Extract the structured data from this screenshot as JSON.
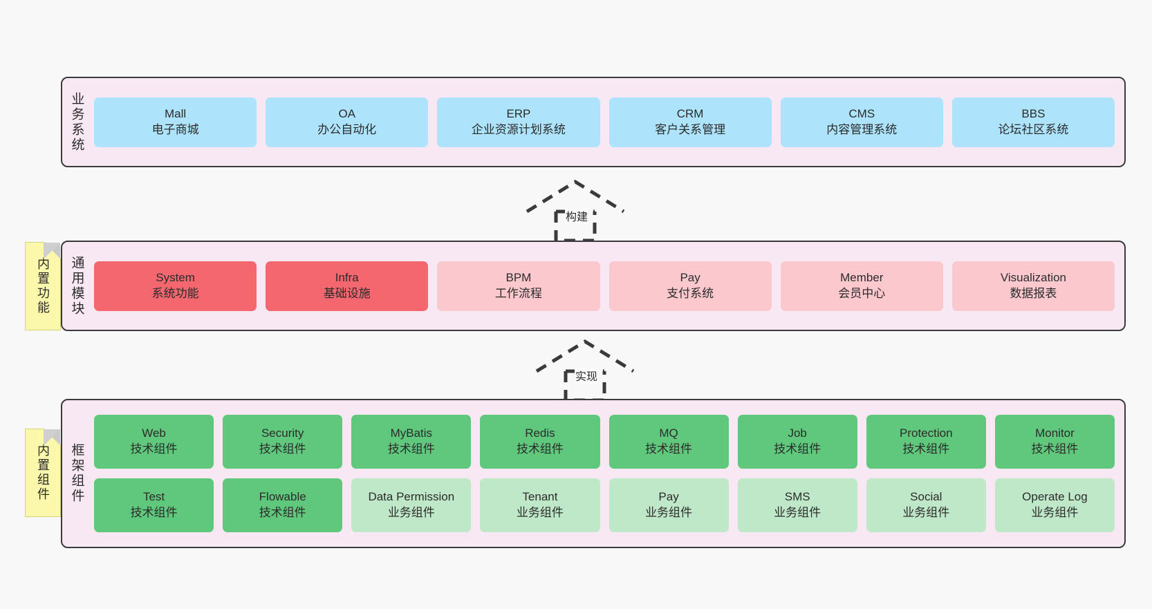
{
  "diagram": {
    "background_color": "#f8f8f8",
    "layer_fill": "#f8e8f3",
    "layer_border": "#3a3a3a"
  },
  "notes": [
    {
      "id": "note-functions",
      "label": "内置功能",
      "color": "#fbf8ab"
    },
    {
      "id": "note-components",
      "label": "内置组件",
      "color": "#fbf8ab"
    }
  ],
  "connectors": [
    {
      "id": "arrow-build",
      "label": "构建",
      "style": "dashed-generalization"
    },
    {
      "id": "arrow-realize",
      "label": "实现",
      "style": "dashed-generalization"
    }
  ],
  "layers": [
    {
      "id": "business",
      "title": "业务系统",
      "rows": [
        [
          {
            "name": "Mall",
            "desc": "电子商城",
            "color": "#ade4fb"
          },
          {
            "name": "OA",
            "desc": "办公自动化",
            "color": "#ade4fb"
          },
          {
            "name": "ERP",
            "desc": "企业资源计划系统",
            "color": "#ade4fb"
          },
          {
            "name": "CRM",
            "desc": "客户关系管理",
            "color": "#ade4fb"
          },
          {
            "name": "CMS",
            "desc": "内容管理系统",
            "color": "#ade4fb"
          },
          {
            "name": "BBS",
            "desc": "论坛社区系统",
            "color": "#ade4fb"
          }
        ]
      ]
    },
    {
      "id": "common",
      "title": "通用模块",
      "rows": [
        [
          {
            "name": "System",
            "desc": "系统功能",
            "color": "#f4676f"
          },
          {
            "name": "Infra",
            "desc": "基础设施",
            "color": "#f4676f"
          },
          {
            "name": "BPM",
            "desc": "工作流程",
            "color": "#fbc8ce"
          },
          {
            "name": "Pay",
            "desc": "支付系统",
            "color": "#fbc8ce"
          },
          {
            "name": "Member",
            "desc": "会员中心",
            "color": "#fbc8ce"
          },
          {
            "name": "Visualization",
            "desc": "数据报表",
            "color": "#fbc8ce"
          }
        ]
      ]
    },
    {
      "id": "framework",
      "title": "框架组件",
      "rows": [
        [
          {
            "name": "Web",
            "desc": "技术组件",
            "color": "#5fc87c"
          },
          {
            "name": "Security",
            "desc": "技术组件",
            "color": "#5fc87c"
          },
          {
            "name": "MyBatis",
            "desc": "技术组件",
            "color": "#5fc87c"
          },
          {
            "name": "Redis",
            "desc": "技术组件",
            "color": "#5fc87c"
          },
          {
            "name": "MQ",
            "desc": "技术组件",
            "color": "#5fc87c"
          },
          {
            "name": "Job",
            "desc": "技术组件",
            "color": "#5fc87c"
          },
          {
            "name": "Protection",
            "desc": "技术组件",
            "color": "#5fc87c"
          },
          {
            "name": "Monitor",
            "desc": "技术组件",
            "color": "#5fc87c"
          }
        ],
        [
          {
            "name": "Test",
            "desc": "技术组件",
            "color": "#5fc87c"
          },
          {
            "name": "Flowable",
            "desc": "技术组件",
            "color": "#5fc87c"
          },
          {
            "name": "Data Permission",
            "desc": "业务组件",
            "color": "#bfe8c8"
          },
          {
            "name": "Tenant",
            "desc": "业务组件",
            "color": "#bfe8c8"
          },
          {
            "name": "Pay",
            "desc": "业务组件",
            "color": "#bfe8c8"
          },
          {
            "name": "SMS",
            "desc": "业务组件",
            "color": "#bfe8c8"
          },
          {
            "name": "Social",
            "desc": "业务组件",
            "color": "#bfe8c8"
          },
          {
            "name": "Operate Log",
            "desc": "业务组件",
            "color": "#bfe8c8"
          }
        ]
      ]
    }
  ]
}
